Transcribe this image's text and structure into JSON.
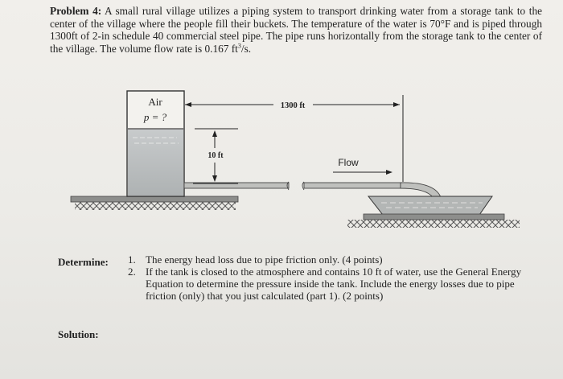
{
  "problem": {
    "label": "Problem 4:",
    "text_main": " A small rural village utilizes a piping system to transport drinking water from a storage tank to the center of the village where the people fill their buckets. The temperature of the water is 70°F and is piped through 1300ft of 2-in schedule 40 commercial steel pipe. The pipe runs horizontally from the storage tank to the center of the village. The volume flow rate is 0.167 ft",
    "text_exp": "3",
    "text_end": "/s."
  },
  "figure": {
    "tank_top_label": "Air",
    "pressure_label": "p = ?",
    "length_label": "1300 ft",
    "height_label": "10 ft",
    "flow_label": "Flow"
  },
  "determine": {
    "label": "Determine:",
    "items": [
      {
        "num": "1.",
        "text": "The energy head loss due to pipe friction only. (4 points)"
      },
      {
        "num": "2.",
        "text": "If the tank is closed to the atmosphere and contains 10 ft of water, use the General Energy Equation to determine the pressure inside the tank. Include the energy losses due to pipe friction (only) that you just calculated (part 1). (2 points)"
      }
    ]
  },
  "solution": {
    "label": "Solution:"
  }
}
